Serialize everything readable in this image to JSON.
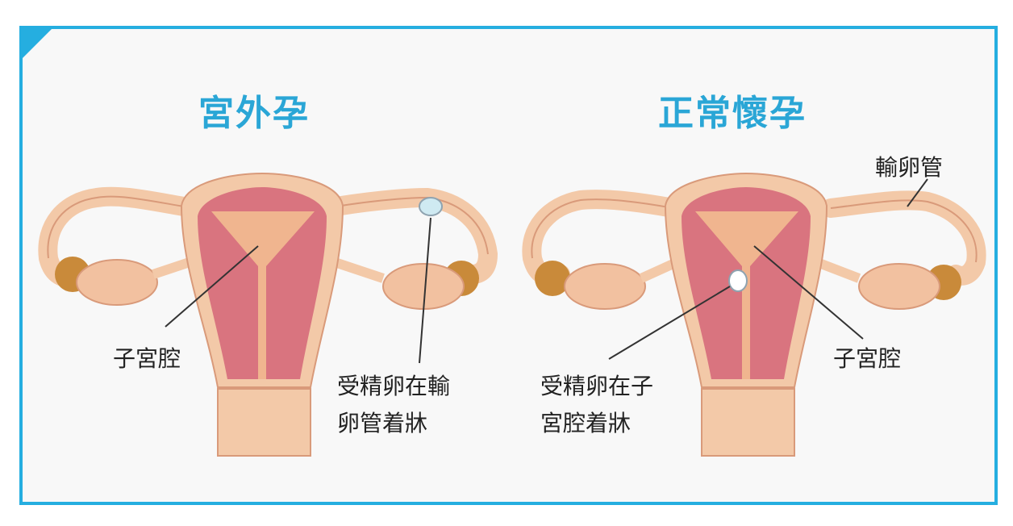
{
  "left_panel": {
    "title": "宮外孕",
    "label_uterine_cavity": "子宮腔",
    "label_implant_line1": "受精卵在輸",
    "label_implant_line2": "卵管着牀"
  },
  "right_panel": {
    "title": "正常懷孕",
    "label_fallopian_tube": "輸卵管",
    "label_uterine_cavity": "子宮腔",
    "label_implant_line1": "受精卵在子",
    "label_implant_line2": "宮腔着牀"
  },
  "colors": {
    "frame": "#25aee0",
    "title": "#2aa6d6",
    "tissue_outer": "#f3c9a8",
    "tissue_inner": "#d9747f",
    "cavity": "#e6a0a6",
    "ovary": "#f2c1a0",
    "fimbriae": "#c98a3a",
    "leader_line": "#333333"
  }
}
